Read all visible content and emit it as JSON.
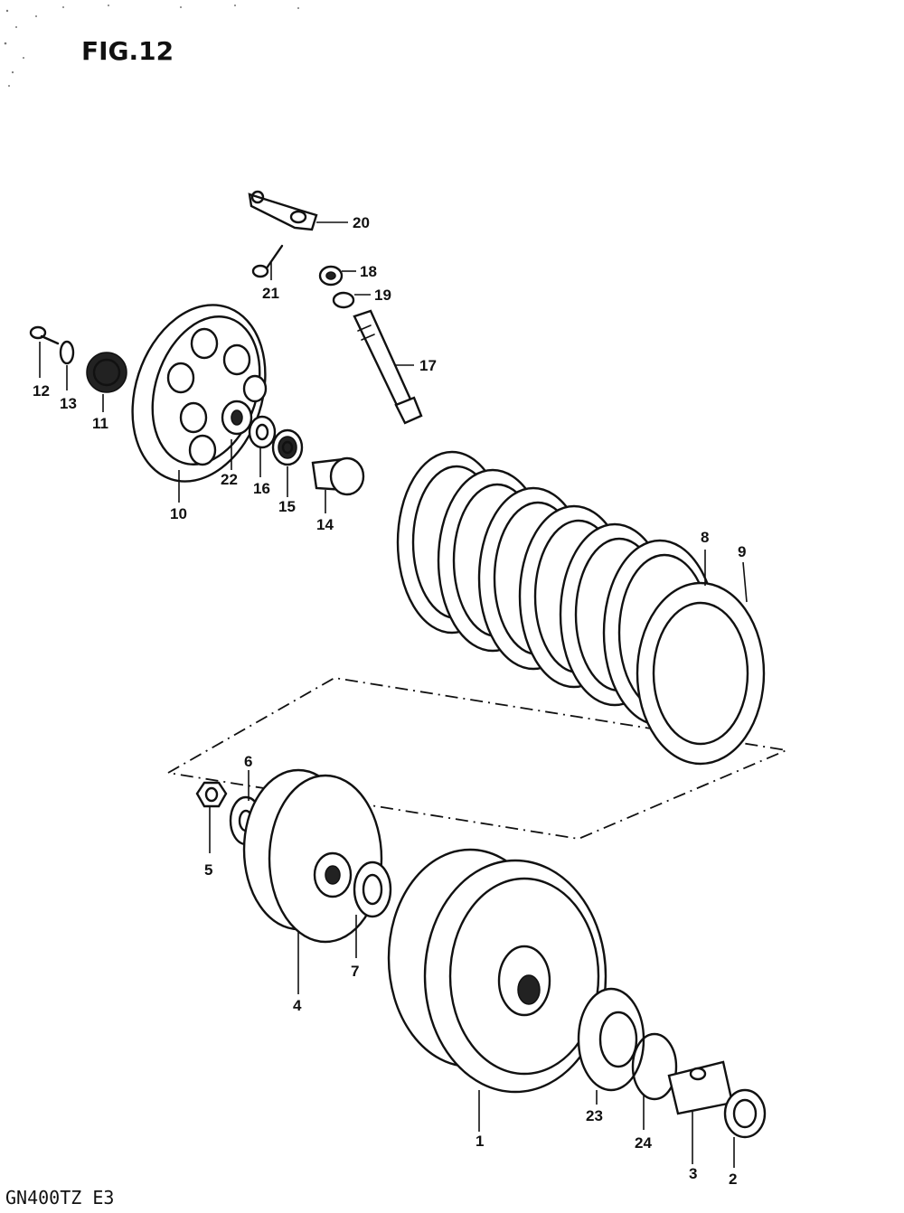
{
  "figure": {
    "title": "FIG.12",
    "model_code": "GN400TZ  E3"
  },
  "callouts": {
    "c1": "1",
    "c2": "2",
    "c3": "3",
    "c4": "4",
    "c5": "5",
    "c6": "6",
    "c7": "7",
    "c8": "8",
    "c9": "9",
    "c10": "10",
    "c11": "11",
    "c12": "12",
    "c13": "13",
    "c14": "14",
    "c15": "15",
    "c16": "16",
    "c17": "17",
    "c18": "18",
    "c19": "19",
    "c20": "20",
    "c21": "21",
    "c22": "22",
    "c23": "23",
    "c24": "24"
  }
}
